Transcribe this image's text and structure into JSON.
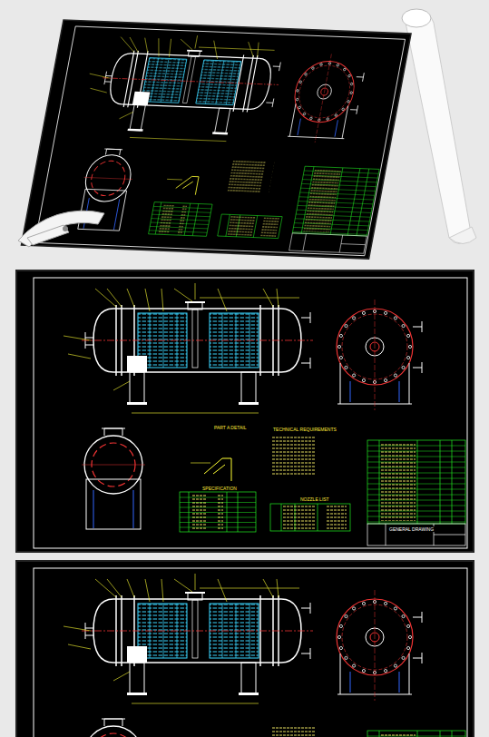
{
  "diagram": {
    "labels": [
      "PART A DETAIL",
      "TECHNICAL REQUIREMENTS",
      "SPECIFICATION",
      "NOZZLE LIST",
      "GENERAL DRAWING"
    ]
  }
}
